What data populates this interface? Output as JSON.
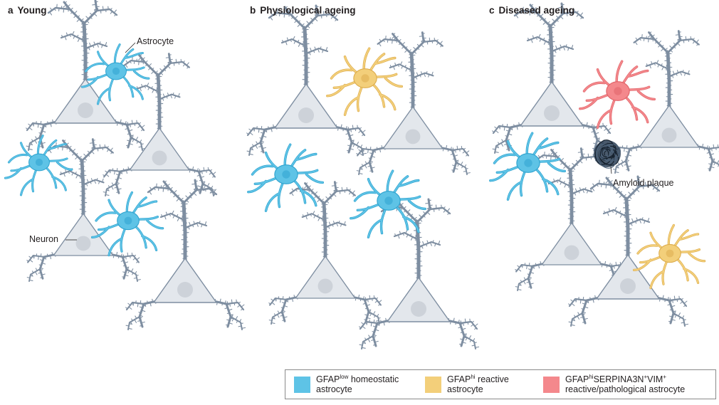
{
  "colors": {
    "homeostatic": "#5ec3e6",
    "homeostatic_stroke": "#2fa3cf",
    "reactive": "#f3cf7a",
    "reactive_stroke": "#ddad4e",
    "pathological": "#f4888c",
    "pathological_stroke": "#e06469",
    "neuron_fill": "#e3e7ec",
    "neuron_stroke": "#7e8ea1",
    "nucleus": "#cdd2d9",
    "plaque": "#2a3d52"
  },
  "panels": [
    {
      "letter": "a",
      "title": "Young"
    },
    {
      "letter": "b",
      "title": "Physiological ageing"
    },
    {
      "letter": "c",
      "title": "Diseased ageing"
    }
  ],
  "callouts": {
    "astrocyte": "Astrocyte",
    "neuron": "Neuron",
    "amyloid": "Amyloid plaque"
  },
  "legend": [
    {
      "key": "homeostatic",
      "sup_prefix": "GFAP",
      "sup": "low",
      "line1_rest": " homeostatic",
      "line2": "astrocyte"
    },
    {
      "key": "reactive",
      "sup_prefix": "GFAP",
      "sup": "hi",
      "line1_rest": " reactive",
      "line2": "astrocyte"
    },
    {
      "key": "pathological",
      "sup_prefix": "GFAP",
      "sup": "hi",
      "line1_rest": "SERPINA3N",
      "sup2": "+",
      "line1_rest2": "VIM",
      "sup3": "+",
      "line2": "reactive/pathological astrocyte"
    }
  ]
}
